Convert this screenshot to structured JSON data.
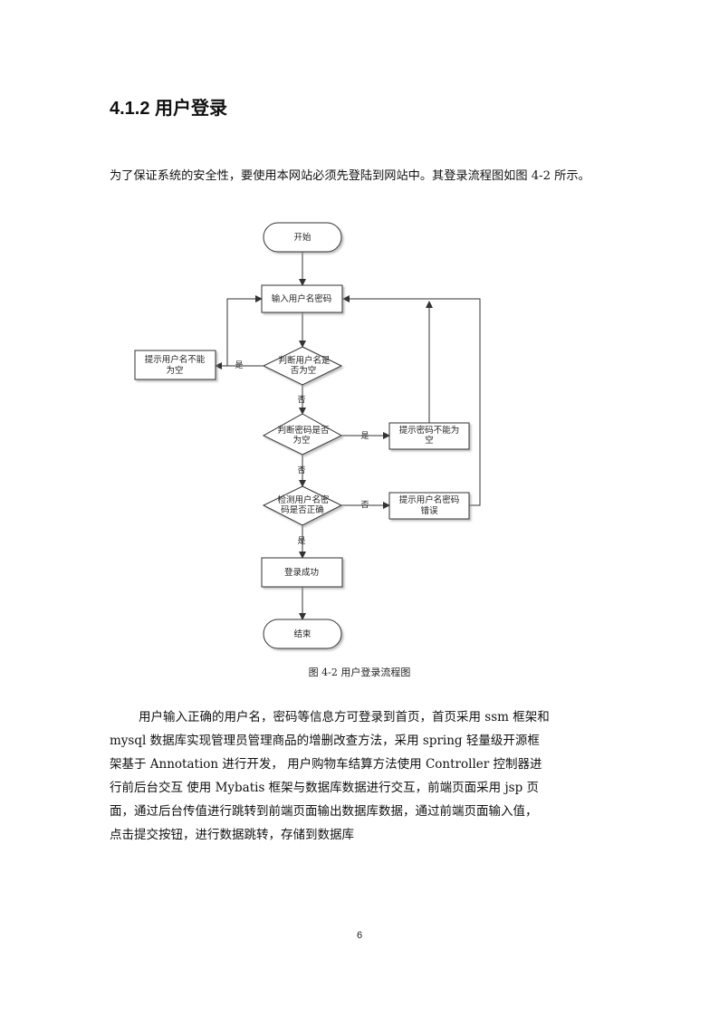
{
  "heading": "4.1.2 用户登录",
  "intro": "为了保证系统的安全性，要使用本网站必须先登陆到网站中。其登录流程图如图 4-2 所示。",
  "flowchart": {
    "start": "开始",
    "input": "输入用户名密码",
    "check_username_1": "判断用户名是",
    "check_username_2": "否为空",
    "prompt_username_1": "提示用户名不能",
    "prompt_username_2": "为空",
    "check_password_1": "判断密码是否",
    "check_password_2": "为空",
    "prompt_password_1": "提示密码不能为",
    "prompt_password_2": "空",
    "verify_1": "检测用户名密",
    "verify_2": "码是否正确",
    "prompt_error_1": "提示用户名密码",
    "prompt_error_2": "错误",
    "success": "登录成功",
    "end": "结束",
    "yes": "是",
    "no": "否"
  },
  "caption": "图 4-2 用户登录流程图",
  "body_lines": [
    "用户输入正确的用户名，密码等信息方可登录到首页，首页采用 ssm 框架和",
    "mysql 数据库实现管理员管理商品的增删改查方法，采用 spring 轻量级开源框",
    "架基于 Annotation 进行开发， 用户购物车结算方法使用 Controller 控制器进",
    "行前后台交互 使用 Mybatis 框架与数据库数据进行交互，前端页面采用 jsp 页",
    "面，通过后台传值进行跳转到前端页面输出数据库数据，通过前端页面输入值，",
    "点击提交按钮，进行数据跳转，存储到数据库"
  ],
  "page_number": "6"
}
